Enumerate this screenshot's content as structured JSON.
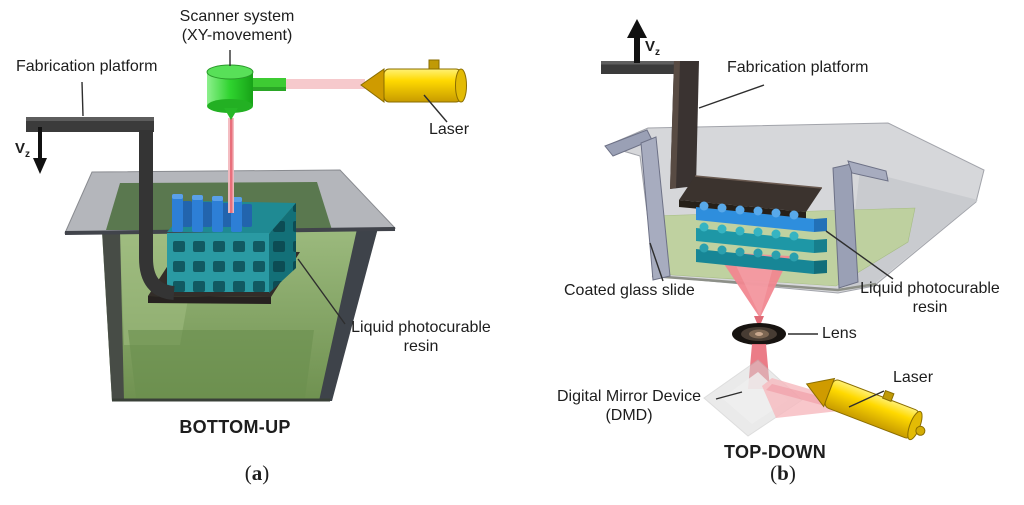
{
  "figure": {
    "panel_a": {
      "scanner_label": {
        "line1": "Scanner system",
        "line2": "(XY-movement)"
      },
      "fabrication_platform_label": "Fabrication platform",
      "laser_label": "Laser",
      "resin_label": {
        "line1": "Liquid photocurable",
        "line2": "resin"
      },
      "velocity": {
        "symbol": "V",
        "subscript": "z"
      },
      "caption": "BOTTOM-UP",
      "panel_tag": {
        "open": "(",
        "letter": "a",
        "close": ")"
      }
    },
    "panel_b": {
      "fabrication_platform_label": "Fabrication platform",
      "coated_glass_label": "Coated glass slide",
      "resin_label": {
        "line1": "Liquid photocurable",
        "line2": "resin"
      },
      "lens_label": "Lens",
      "dmd_label": {
        "line1": "Digital Mirror Device",
        "line2": "(DMD)"
      },
      "laser_label": "Laser",
      "velocity": {
        "symbol": "V",
        "subscript": "z"
      },
      "caption": "TOP-DOWN",
      "panel_tag": {
        "open": "(",
        "letter": "b",
        "close": ")"
      }
    },
    "colors": {
      "resin_green_deep": "#6f9150",
      "resin_green_pale": "#bdd19a",
      "vat_glass_gray": "#b4b6bb",
      "lattice_teal": "#2a9aa3",
      "pillar_blue": "#2d7fd6",
      "laser_yellow": "#ffd900",
      "scanner_green": "#2fd32f",
      "beam_pink": "#f18790",
      "platform_dark": "#37302c",
      "wall_blue_gray": "#9aa0b5"
    }
  }
}
